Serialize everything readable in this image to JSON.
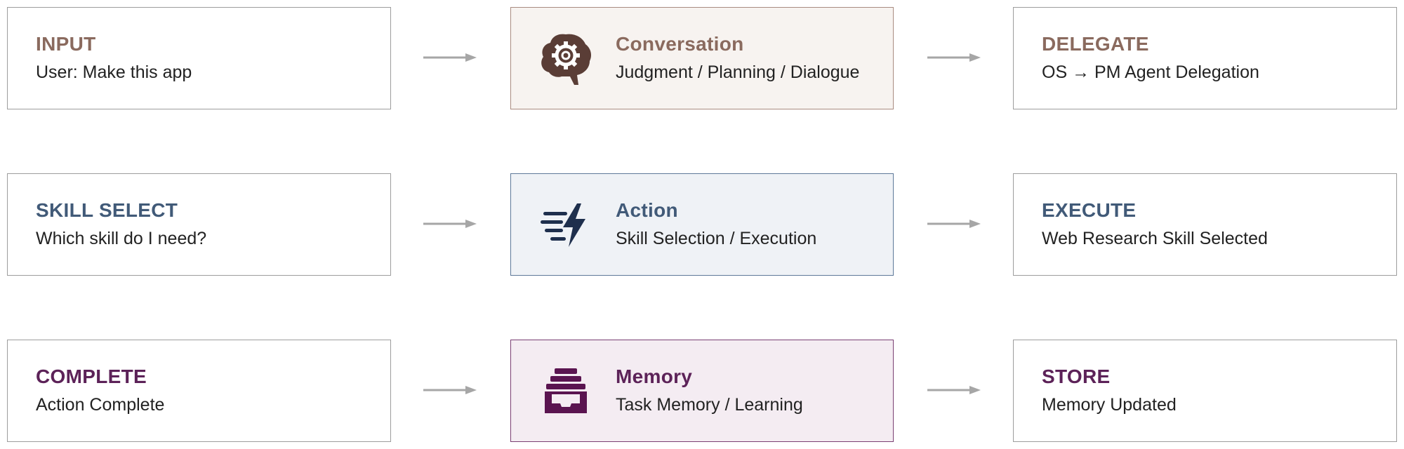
{
  "colors": {
    "brown_accent": "#8a6a5e",
    "brown_icon": "#5a3d36",
    "blue_accent": "#415a78",
    "blue_icon": "#1e2f4d",
    "purple_accent": "#5c2258",
    "purple_icon": "#5a1450",
    "arrow": "#a6a6a6",
    "border": "#9d9d9d"
  },
  "rows": [
    {
      "left": {
        "title": "INPUT",
        "subtitle": "User: Make this app"
      },
      "center": {
        "title": "Conversation",
        "subtitle": "Judgment / Planning / Dialogue",
        "icon": "brain-gear-icon"
      },
      "right": {
        "title": "DELEGATE",
        "subtitle": "OS → PM Agent Delegation"
      }
    },
    {
      "left": {
        "title": "SKILL SELECT",
        "subtitle": "Which skill do I need?"
      },
      "center": {
        "title": "Action",
        "subtitle": "Skill Selection / Execution",
        "icon": "lightning-speed-icon"
      },
      "right": {
        "title": "EXECUTE",
        "subtitle": "Web Research Skill Selected"
      }
    },
    {
      "left": {
        "title": "COMPLETE",
        "subtitle": "Action Complete"
      },
      "center": {
        "title": "Memory",
        "subtitle": "Task Memory / Learning",
        "icon": "archive-drawer-icon"
      },
      "right": {
        "title": "STORE",
        "subtitle": "Memory Updated"
      }
    }
  ]
}
